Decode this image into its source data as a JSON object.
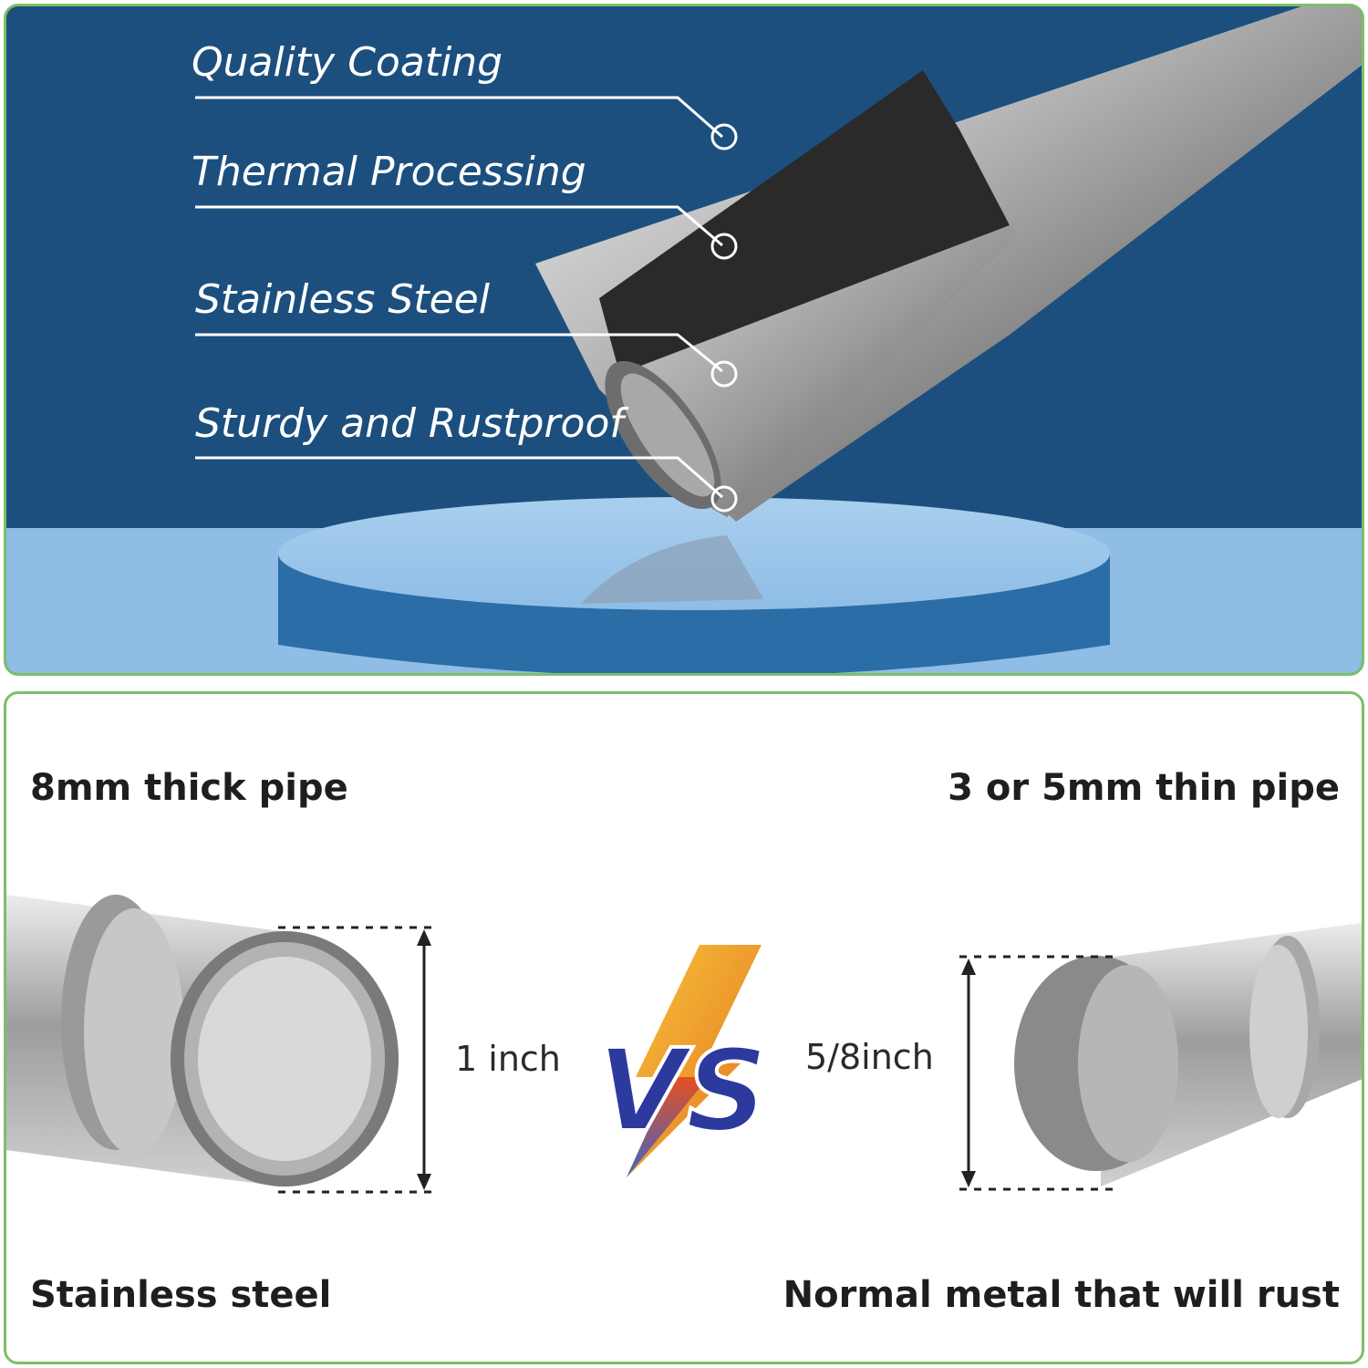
{
  "features": {
    "labels": [
      {
        "text": "Quality Coating"
      },
      {
        "text": "Thermal Processing"
      },
      {
        "text": "Stainless Steel"
      },
      {
        "text": "Sturdy and Rustproof"
      }
    ]
  },
  "comparison": {
    "left": {
      "title": "8mm thick pipe",
      "dimension": "1 inch",
      "material": "Stainless steel"
    },
    "right": {
      "title": "3 or 5mm thin pipe",
      "dimension": "5/8inch",
      "material": "Normal metal that will rust"
    },
    "vs_badge": "VS"
  },
  "colors": {
    "panel_border": "#7dbf6a",
    "top_background": "#1c4f7e",
    "floor": "#8fbde6",
    "pedestal": "#2b6da6",
    "vs_blue": "#2c3a9e",
    "vs_orange": "#f5a623"
  }
}
